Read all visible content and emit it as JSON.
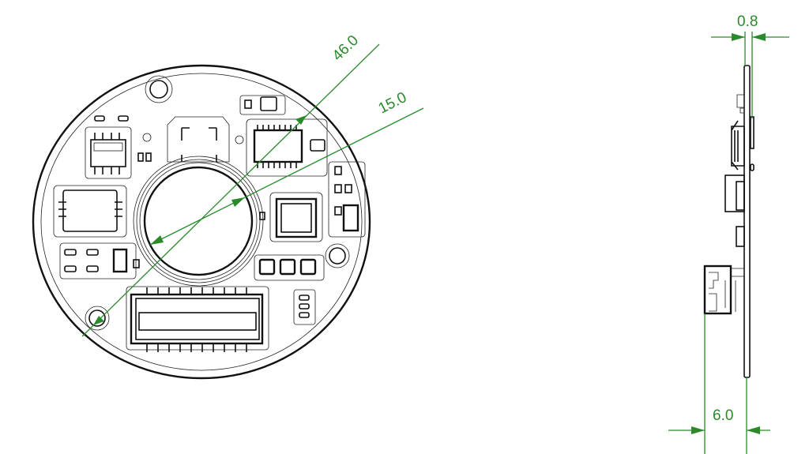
{
  "drawing": {
    "front_view": {
      "dimensions": {
        "outer_diameter": "46.0",
        "hole_diameter": "15.0"
      }
    },
    "side_view": {
      "dimensions": {
        "board_thickness": "0.8",
        "component_height": "6.0"
      }
    },
    "colors": {
      "dimension": "#2a8a2a",
      "outline": "#111111"
    }
  }
}
